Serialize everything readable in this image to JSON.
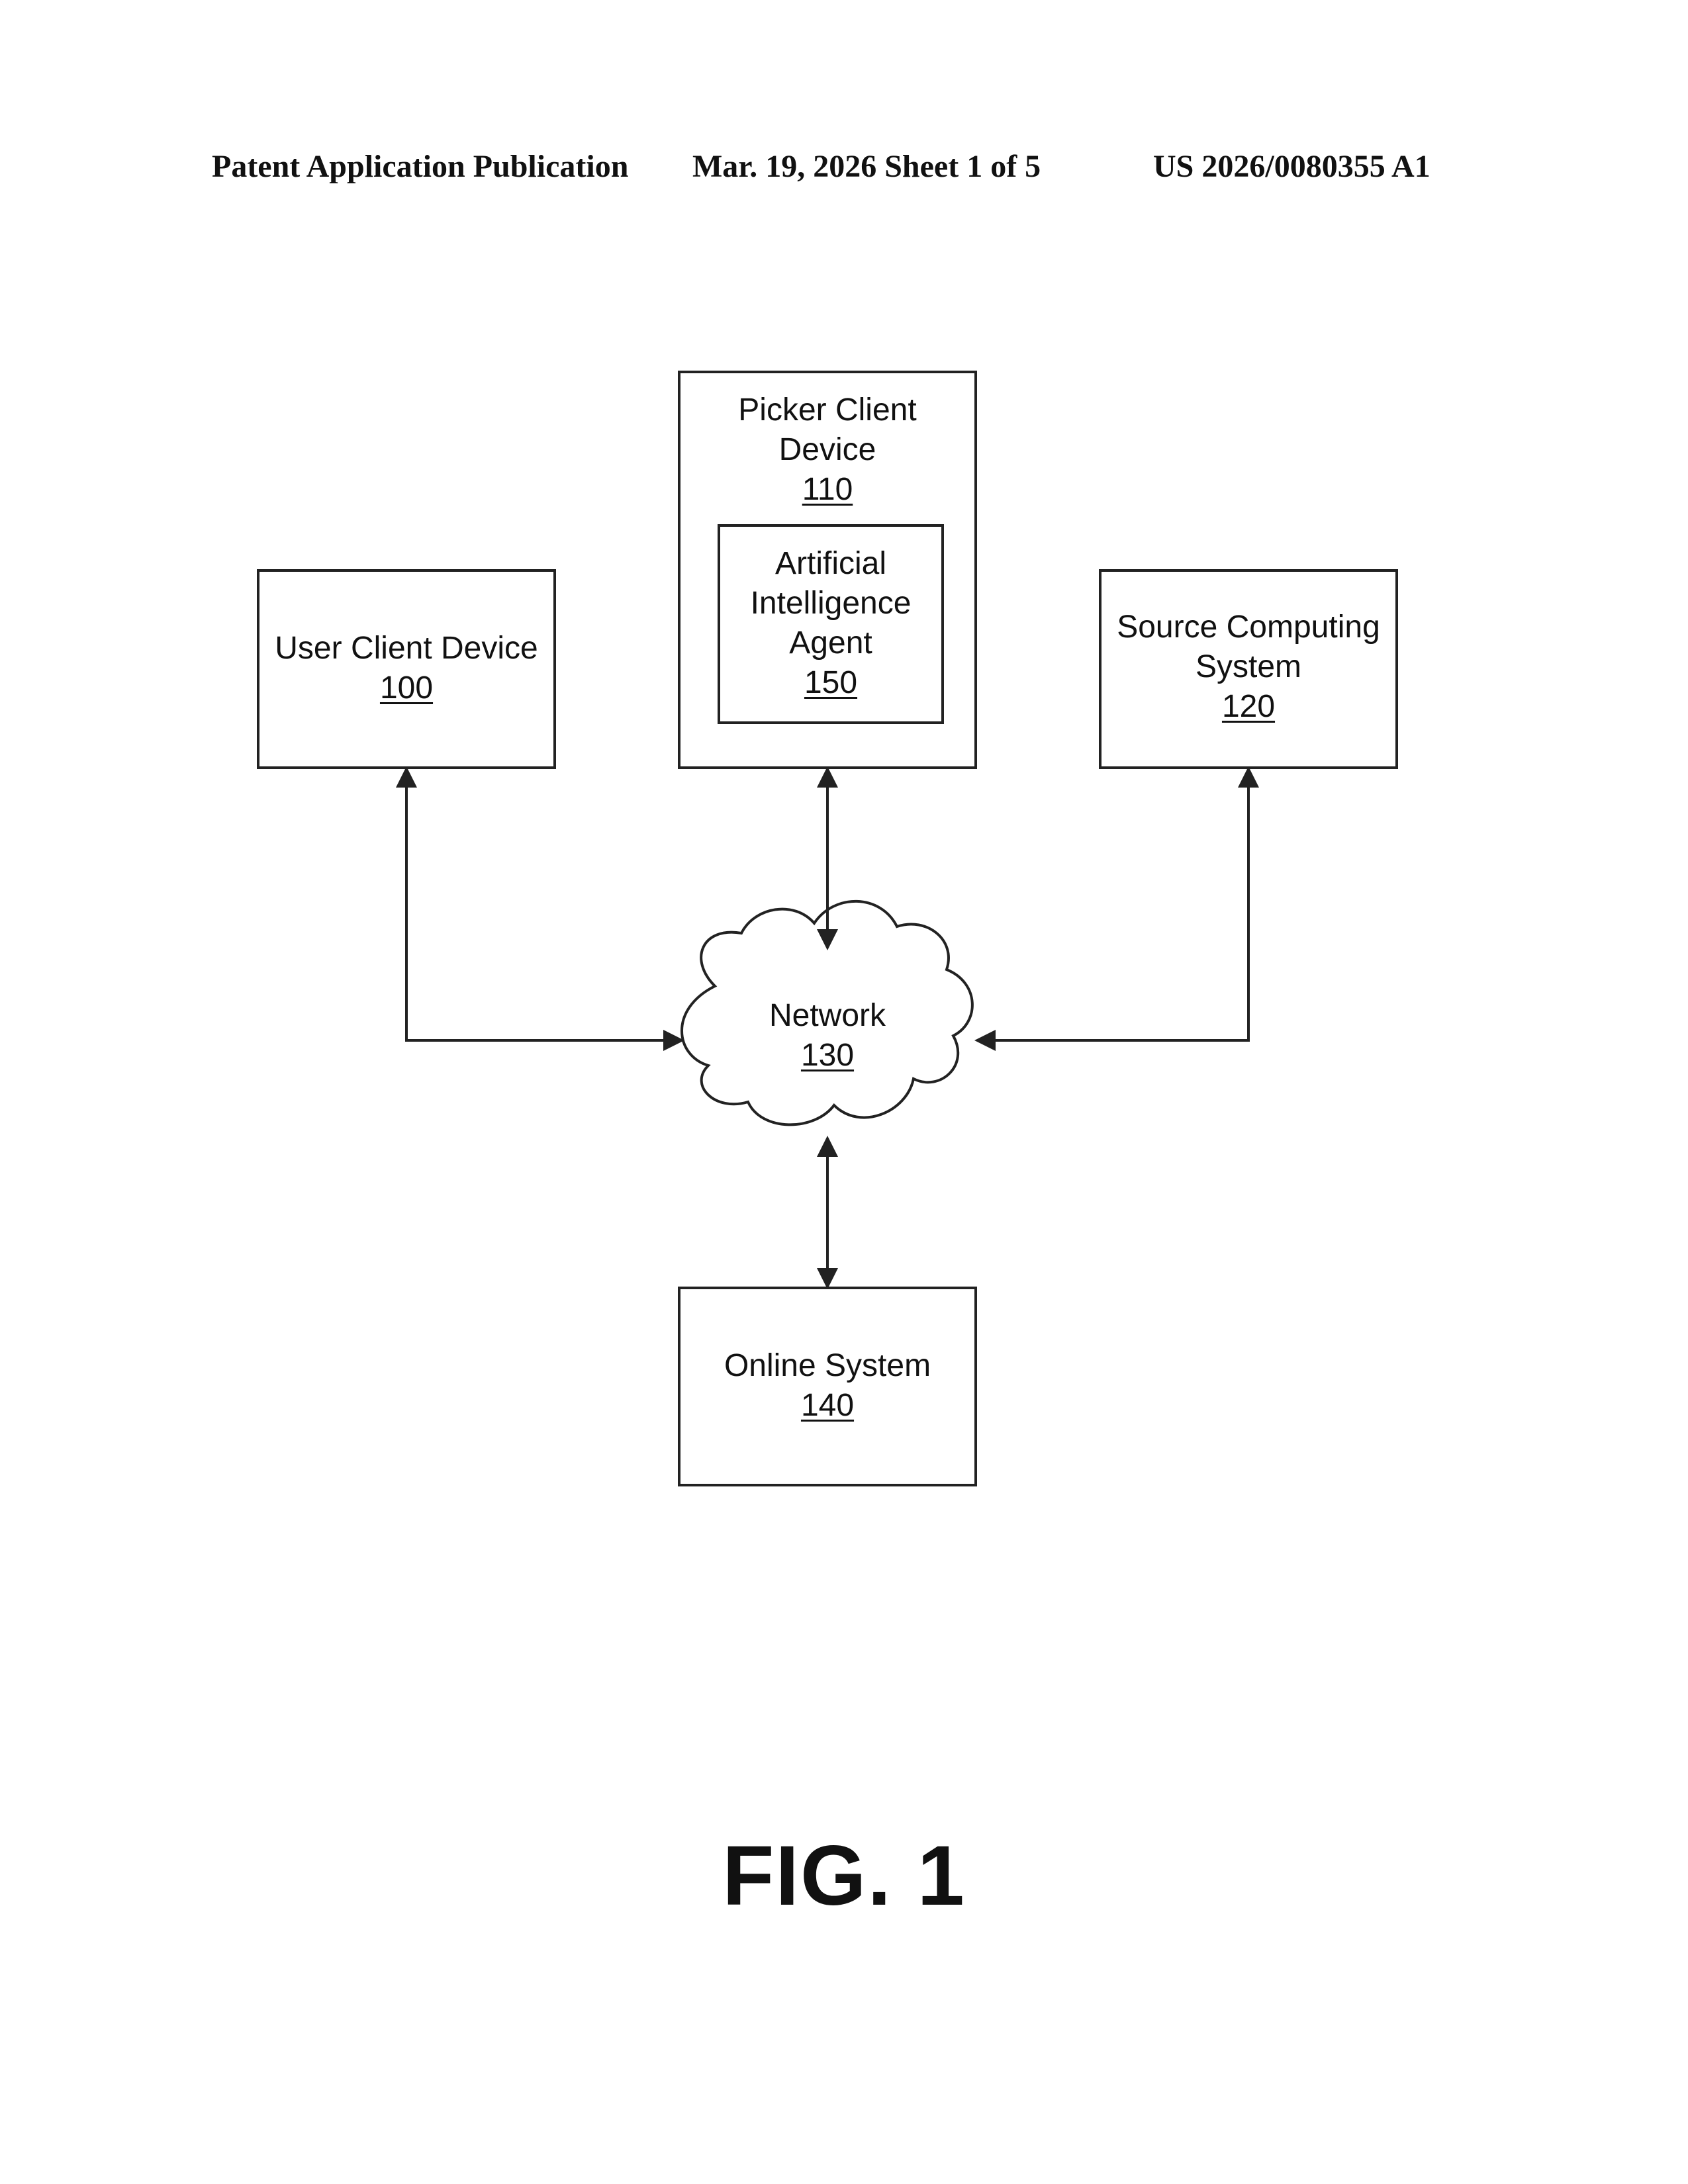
{
  "header": {
    "left": "Patent Application Publication",
    "middle": "Mar. 19, 2026  Sheet 1 of 5",
    "right": "US 2026/0080355 A1"
  },
  "nodes": {
    "user_client": {
      "line1": "User Client Device",
      "number": "100"
    },
    "picker_client": {
      "line1": "Picker Client",
      "line2": "Device",
      "number": "110"
    },
    "ai_agent": {
      "line1": "Artificial",
      "line2": "Intelligence",
      "line3": "Agent",
      "number": "150"
    },
    "source_computing": {
      "line1": "Source Computing",
      "line2": "System",
      "number": "120"
    },
    "network": {
      "line1": "Network",
      "number": "130"
    },
    "online_system": {
      "line1": "Online System",
      "number": "140"
    }
  },
  "figure_label": "FIG. 1",
  "colors": {
    "line": "#222222",
    "text": "#111111",
    "background": "#ffffff"
  }
}
